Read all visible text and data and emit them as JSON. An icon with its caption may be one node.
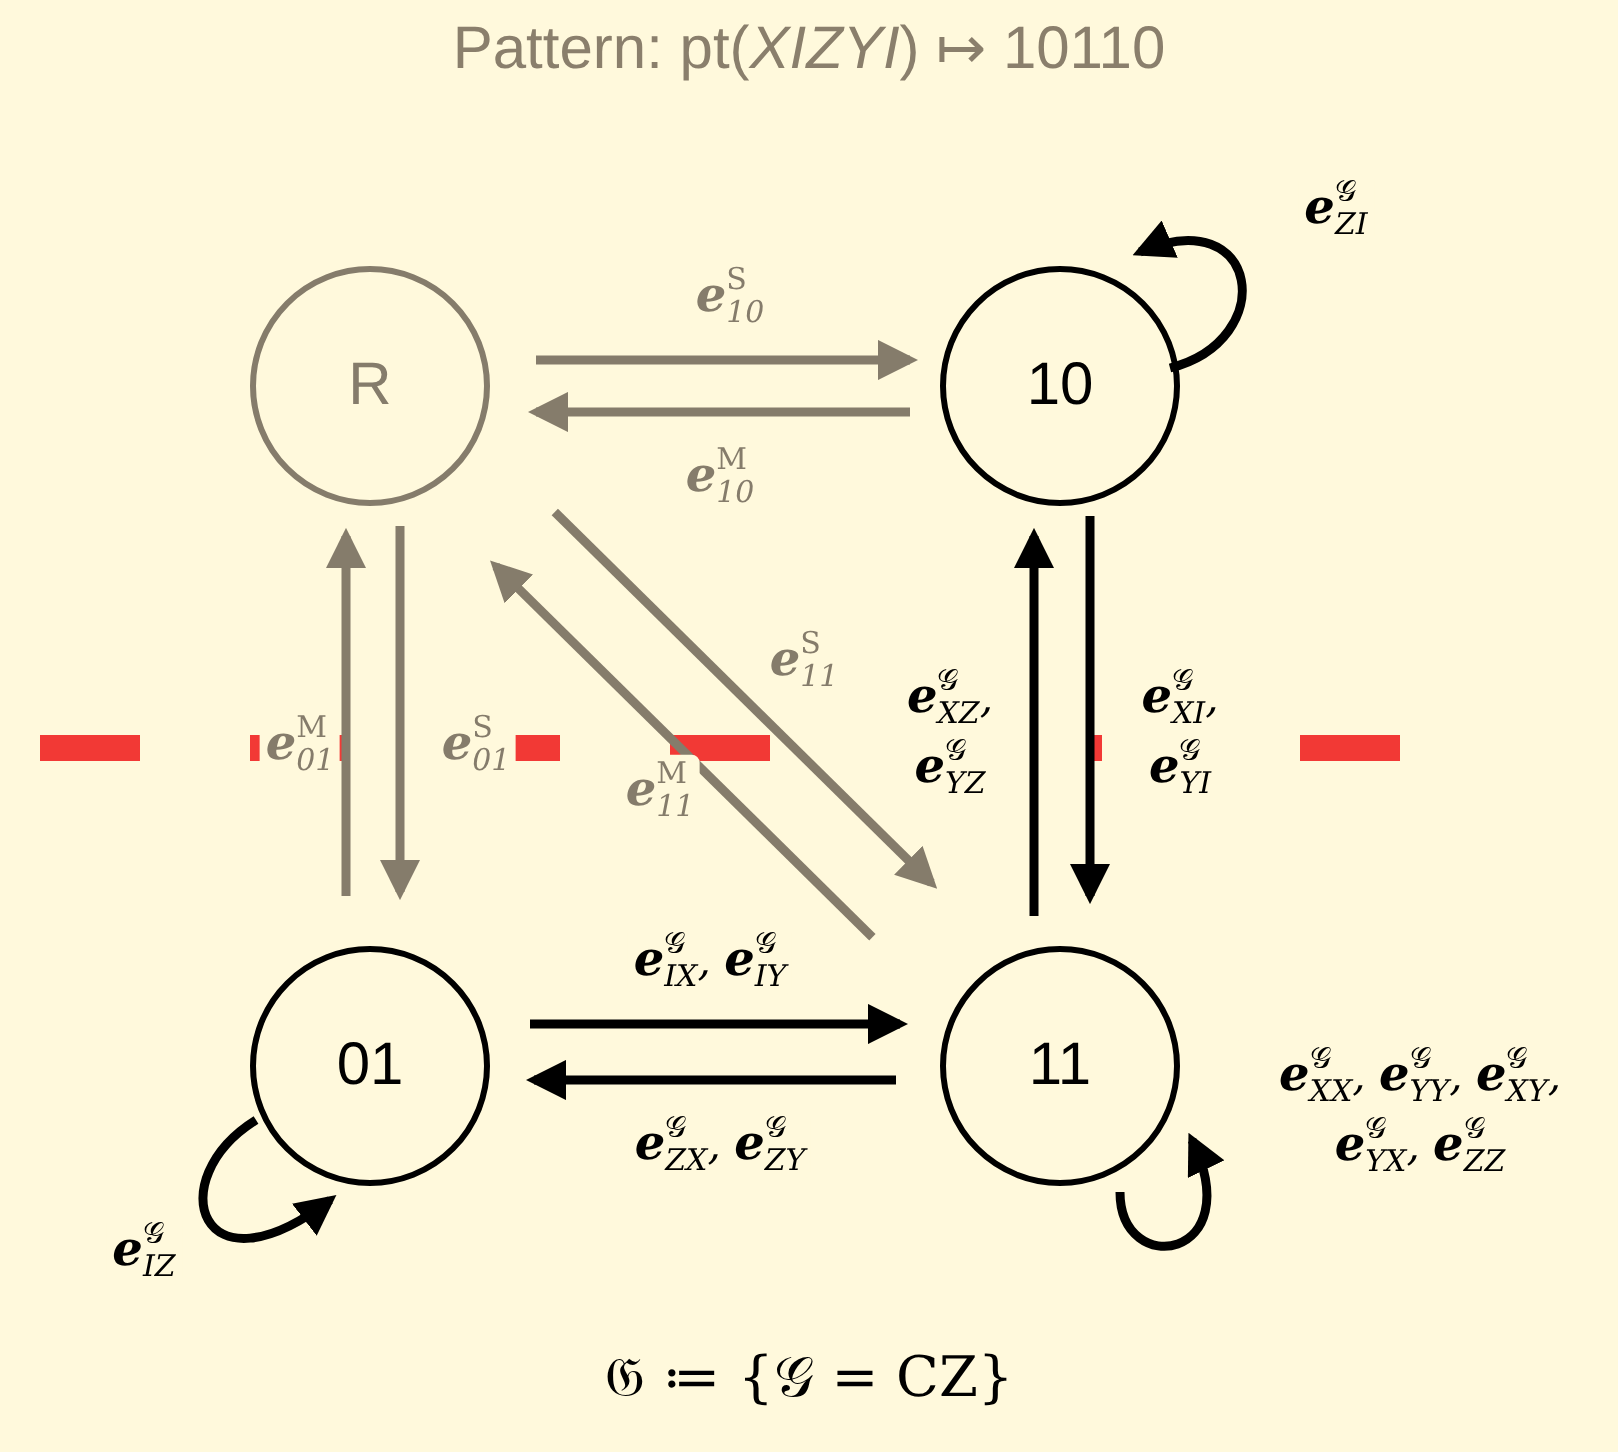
{
  "diagram": {
    "title": "Pattern: pt(*XIZYI*) ↦ 10110",
    "caption": "𝔊 ≔ {𝒢 = CZ}",
    "nodes": [
      {
        "text": [
          "R"
        ]
      },
      {
        "text": [
          "10"
        ]
      },
      {
        "text": [
          "01"
        ]
      },
      {
        "text": [
          "11"
        ]
      }
    ],
    "edges": [
      {
        "from": 0,
        "to": 1,
        "arrow": "to",
        "label": "**e**$^{S}$$_{10}$",
        "color": "#857c6b"
      },
      {
        "from": 1,
        "to": 0,
        "arrow": "to",
        "label": "**e**$^{M}$$_{10}$",
        "color": "#857c6b"
      },
      {
        "from": 2,
        "to": 0,
        "arrow": "to",
        "label": "**e**$^{M}$$_{01}$",
        "color": "#857c6b"
      },
      {
        "from": 0,
        "to": 2,
        "arrow": "to",
        "label": "**e**$^{S}$$_{01}$",
        "color": "#857c6b"
      },
      {
        "from": 0,
        "to": 3,
        "arrow": "to",
        "label": "**e**$^{S}$$_{11}$",
        "color": "#857c6b"
      },
      {
        "from": 3,
        "to": 0,
        "arrow": "to",
        "label": "**e**$^{M}$$_{11}$",
        "color": "#857c6b"
      },
      {
        "from": 3,
        "to": 1,
        "arrow": "to",
        "label": "**e**$^{𝒢}$$_{XZ}$, **e**$^{𝒢}$$_{YZ}$"
      },
      {
        "from": 1,
        "to": 3,
        "arrow": "to",
        "label": "**e**$^{𝒢}$$_{XI}$, **e**$^{𝒢}$$_{YI}$"
      },
      {
        "from": 2,
        "to": 3,
        "arrow": "to",
        "label": "**e**$^{𝒢}$$_{IX}$, **e**$^{𝒢}$$_{IY}$"
      },
      {
        "from": 3,
        "to": 2,
        "arrow": "to",
        "label": "**e**$^{𝒢}$$_{ZX}$, **e**$^{𝒢}$$_{ZY}$"
      },
      {
        "from": 1,
        "to": 1,
        "arrow": "to",
        "label": "**e**$^{𝒢}$$_{ZI}$"
      },
      {
        "from": 2,
        "to": 2,
        "arrow": "to",
        "label": "**e**$^{𝒢}$$_{IZ}$"
      },
      {
        "from": 3,
        "to": 3,
        "arrow": "to",
        "label": "**e**$^{𝒢}$$_{XX}$, **e**$^{𝒢}$$_{YY}$, **e**$^{𝒢}$$_{XY}$, **e**$^{𝒢}$$_{YX}$, **e**$^{𝒢}$$_{ZZ}$"
      }
    ]
  }
}
